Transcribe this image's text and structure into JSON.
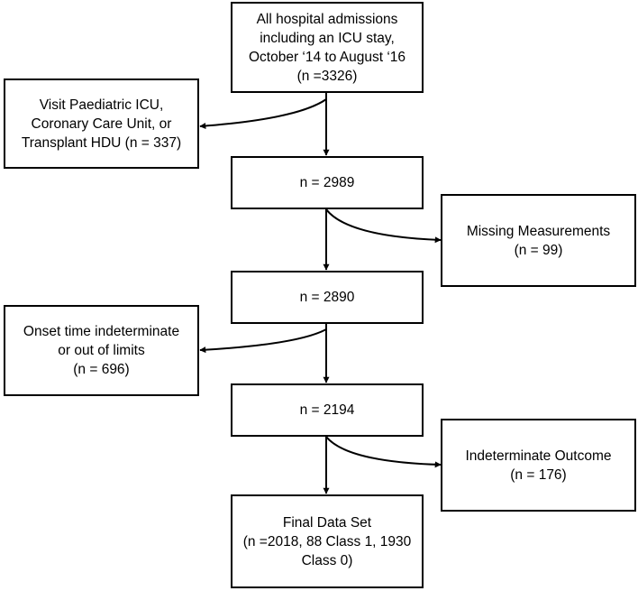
{
  "flowchart": {
    "admissions": [
      "All hospital admissions",
      "including an ICU stay,",
      "October ‘14 to August ‘16",
      "(n =3326)"
    ],
    "excluded_units": [
      "Visit Paediatric ICU,",
      "Coronary Care Unit, or",
      "Transplant HDU (n = 337)"
    ],
    "step1": [
      "n = 2989"
    ],
    "missing": [
      "Missing Measurements",
      "(n = 99)"
    ],
    "step2": [
      "n = 2890"
    ],
    "onset": [
      "Onset time indeterminate",
      "or out of limits",
      "(n = 696)"
    ],
    "step3": [
      "n = 2194"
    ],
    "indeterminate": [
      "Indeterminate Outcome",
      "(n = 176)"
    ],
    "final": [
      "Final Data Set",
      "(n =2018, 88 Class 1, 1930",
      "Class 0)"
    ]
  }
}
